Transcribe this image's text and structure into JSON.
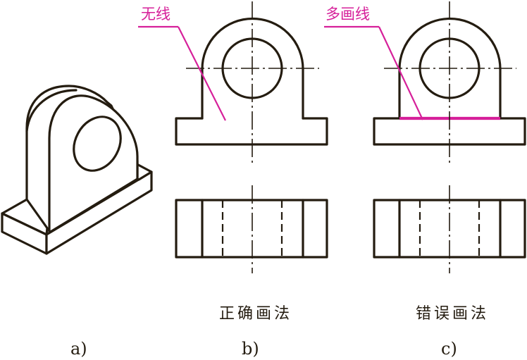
{
  "annotations": {
    "correct_note": "无线",
    "wrong_note": "多画线"
  },
  "captions": {
    "correct": "正确画法",
    "wrong": "错误画法"
  },
  "subfigures": {
    "a": "a)",
    "b": "b)",
    "c": "c)"
  },
  "colors": {
    "line": "#241c10",
    "annotation": "#d6209a"
  }
}
